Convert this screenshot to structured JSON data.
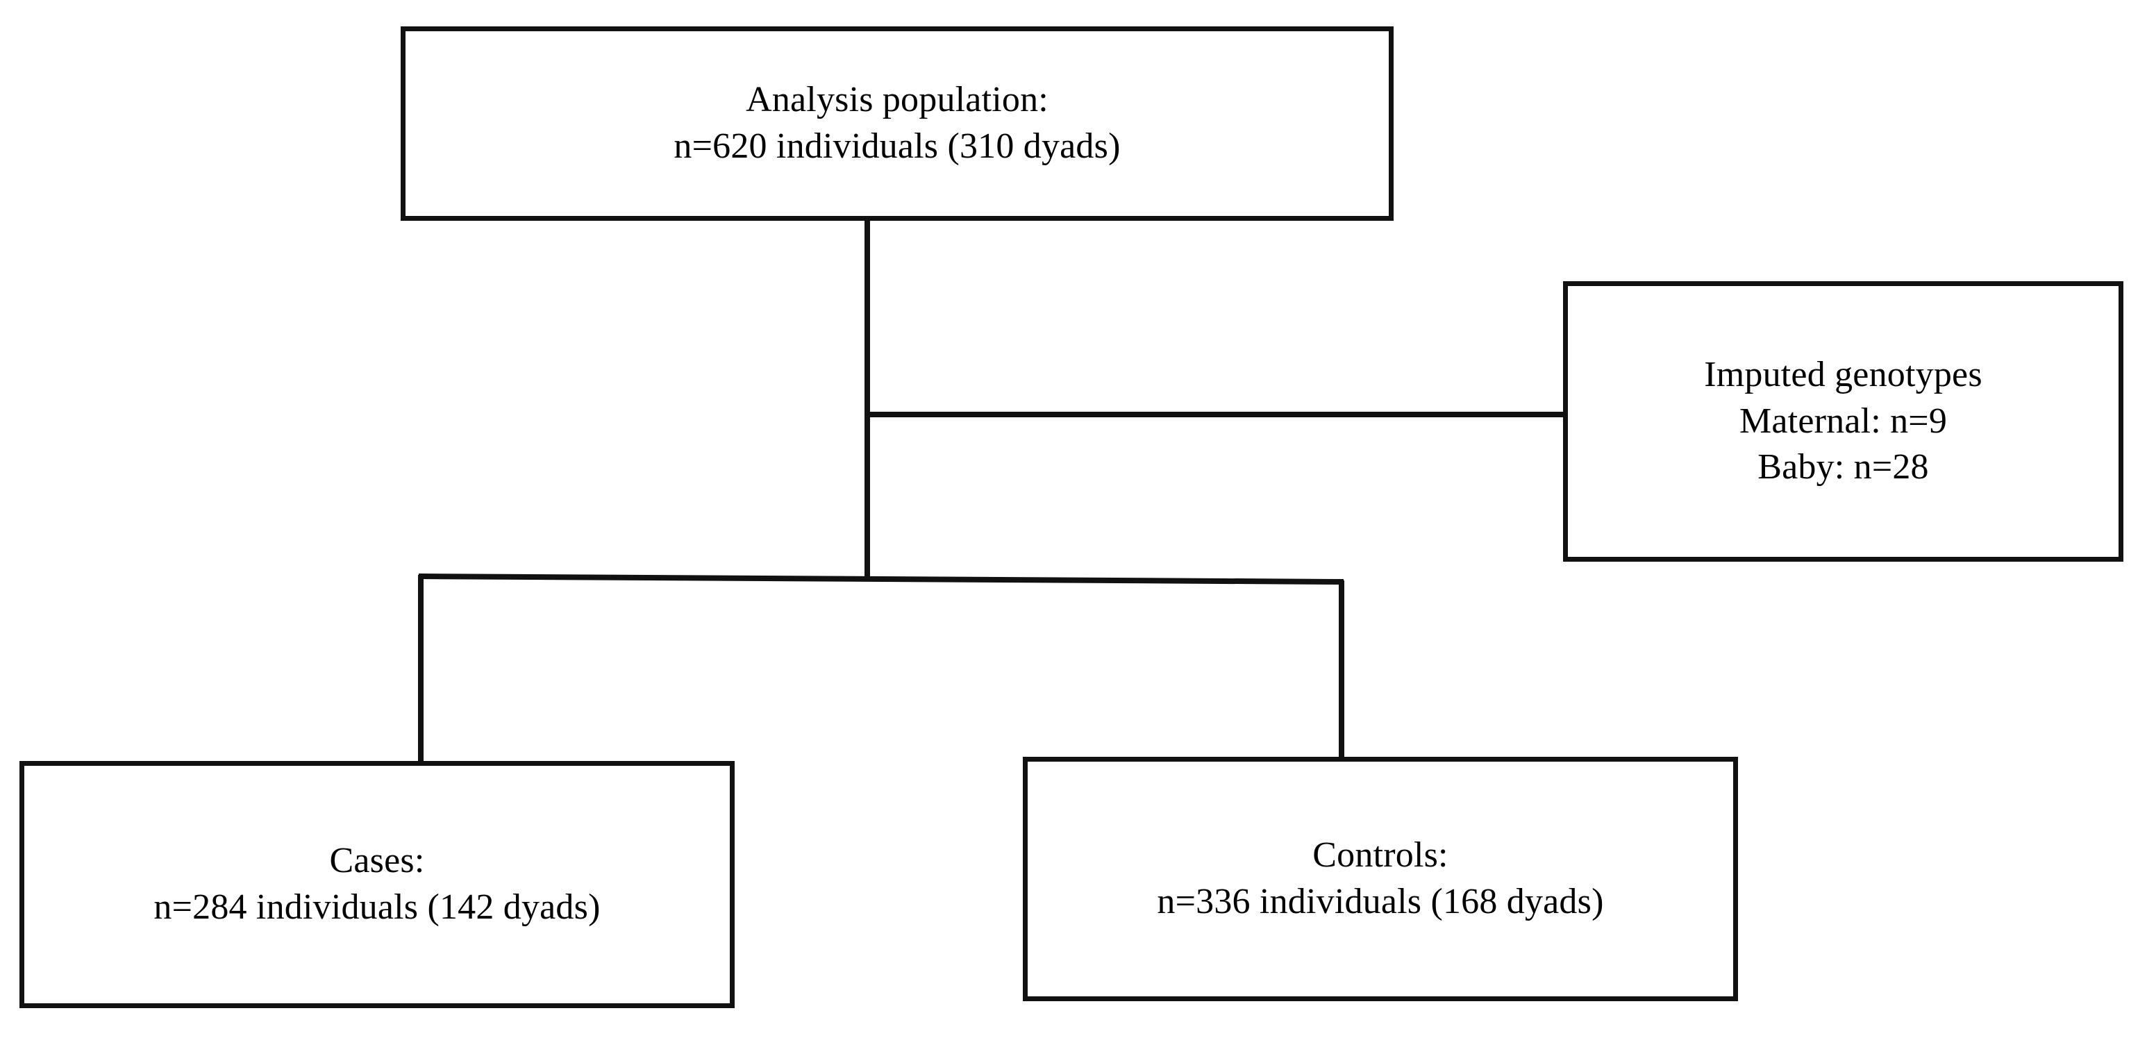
{
  "figure": {
    "kind": "flowchart",
    "title": "Study population flow diagram",
    "background_color": "#ffffff",
    "line_color": "#111111",
    "text_color": "#000000"
  },
  "nodes": {
    "analysis_population": {
      "name": "analysis-population",
      "lines": [
        "Analysis population:",
        "n=620 individuals (310 dyads)"
      ],
      "n_individuals": 620,
      "n_dyads": 310
    },
    "imputed_genotypes": {
      "name": "imputed-genotypes",
      "lines": [
        "Imputed genotypes",
        "Maternal: n=9",
        "Baby: n=28"
      ],
      "maternal_n": 9,
      "baby_n": 28
    },
    "cases": {
      "name": "cases",
      "lines": [
        "Cases:",
        "n=284 individuals (142 dyads)"
      ],
      "n_individuals": 284,
      "n_dyads": 142
    },
    "controls": {
      "name": "controls",
      "lines": [
        "Controls:",
        "n=336 individuals (168 dyads)"
      ],
      "n_individuals": 336,
      "n_dyads": 168
    }
  },
  "edges": [
    {
      "name": "analysis-to-split",
      "from": "analysis_population",
      "to": "split-junction",
      "style": "solid"
    },
    {
      "name": "analysis-to-imputed-genotypes",
      "from": "analysis_population",
      "to": "imputed_genotypes",
      "style": "solid"
    },
    {
      "name": "split-to-cases",
      "from": "split-junction",
      "to": "cases",
      "style": "solid"
    },
    {
      "name": "split-to-controls",
      "from": "split-junction",
      "to": "controls",
      "style": "solid"
    }
  ]
}
